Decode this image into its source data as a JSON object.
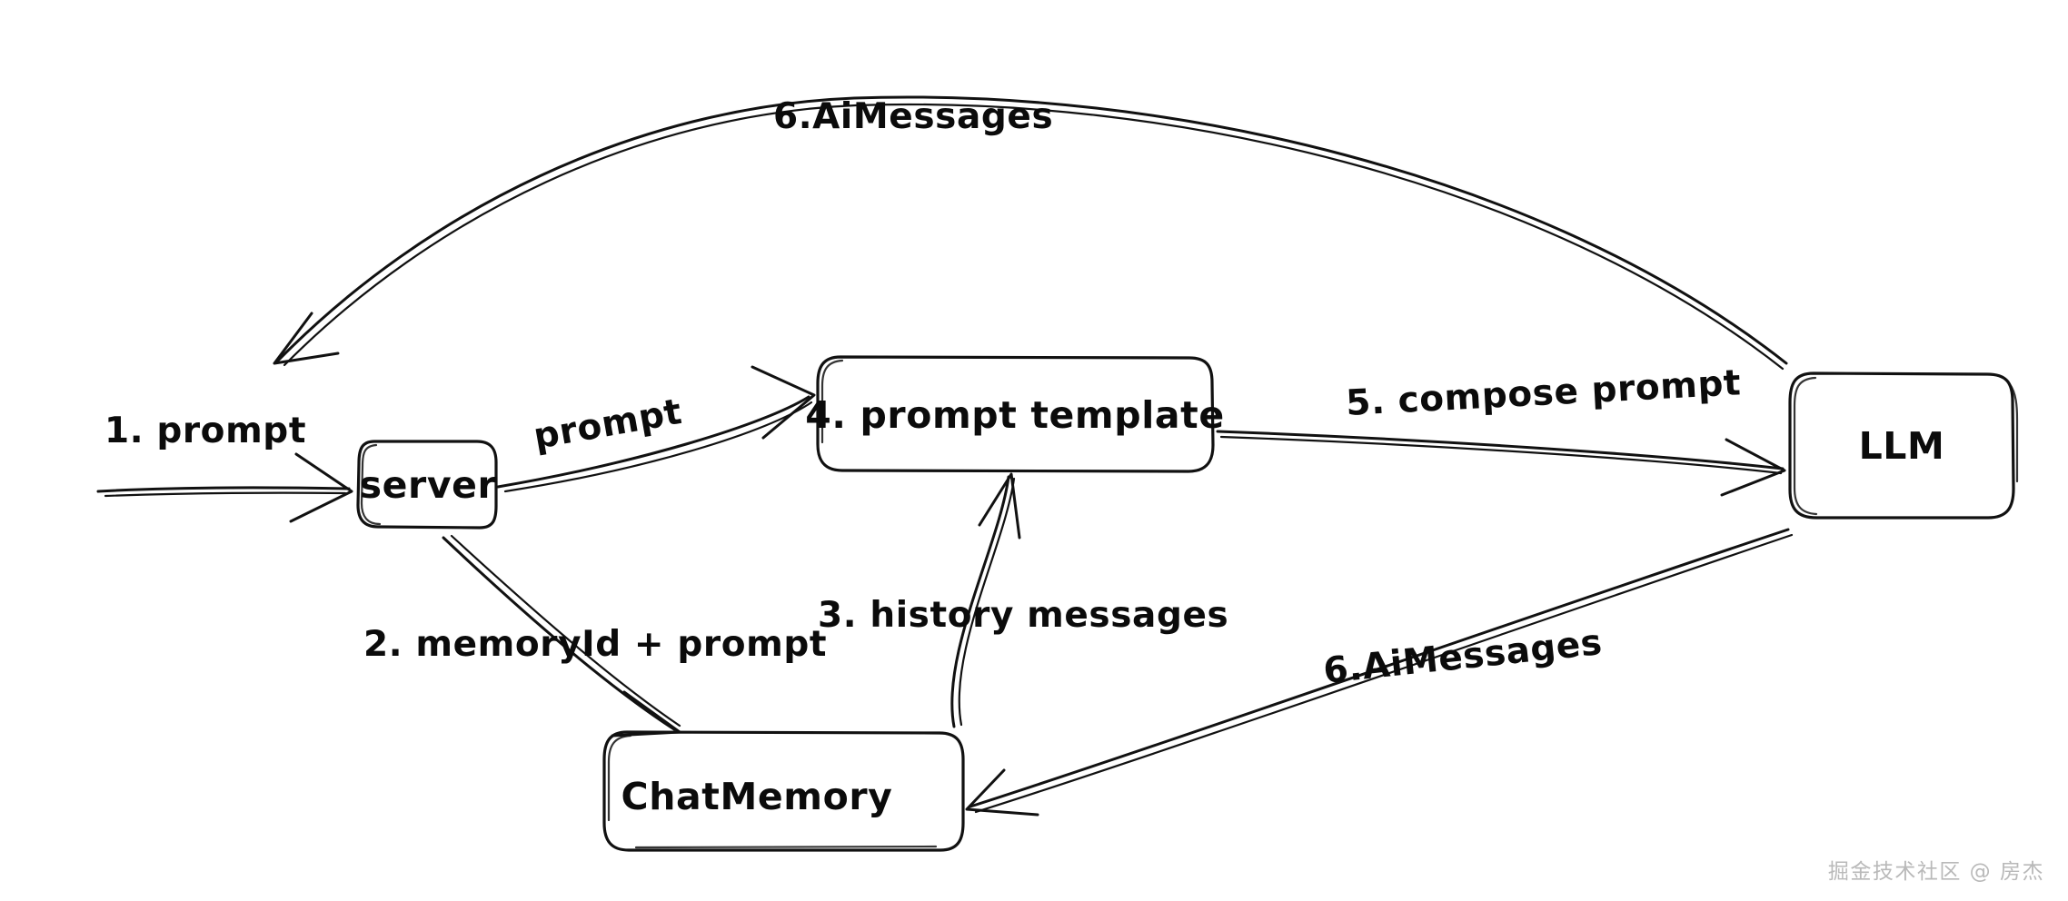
{
  "diagram": {
    "title": "LLM chat memory request flow",
    "background_color": "#ffffff",
    "stroke_color": "#111111",
    "style": "hand-drawn sketch",
    "nodes": [
      {
        "id": "server",
        "label": "server"
      },
      {
        "id": "prompt-template",
        "label": "4. prompt template"
      },
      {
        "id": "llm",
        "label": "LLM"
      },
      {
        "id": "chat-memory",
        "label": "ChatMemory"
      }
    ],
    "edges": [
      {
        "id": "edge-1",
        "label": "1. prompt",
        "from": "entry",
        "to": "server"
      },
      {
        "id": "edge-2",
        "label": "prompt",
        "from": "server",
        "to": "prompt-template"
      },
      {
        "id": "edge-3",
        "label": "2. memoryId + prompt",
        "from": "server",
        "to": "chat-memory"
      },
      {
        "id": "edge-4",
        "label": "3. history messages",
        "from": "chat-memory",
        "to": "prompt-template"
      },
      {
        "id": "edge-5",
        "label": "5. compose prompt",
        "from": "prompt-template",
        "to": "llm"
      },
      {
        "id": "edge-6",
        "label": "6.AiMessages",
        "from": "llm",
        "to": "server"
      },
      {
        "id": "edge-7",
        "label": "6.AiMessages",
        "from": "llm",
        "to": "chat-memory"
      }
    ]
  },
  "watermark": {
    "text": "掘金技术社区 @ 房杰",
    "color": "#b9b9b9"
  }
}
